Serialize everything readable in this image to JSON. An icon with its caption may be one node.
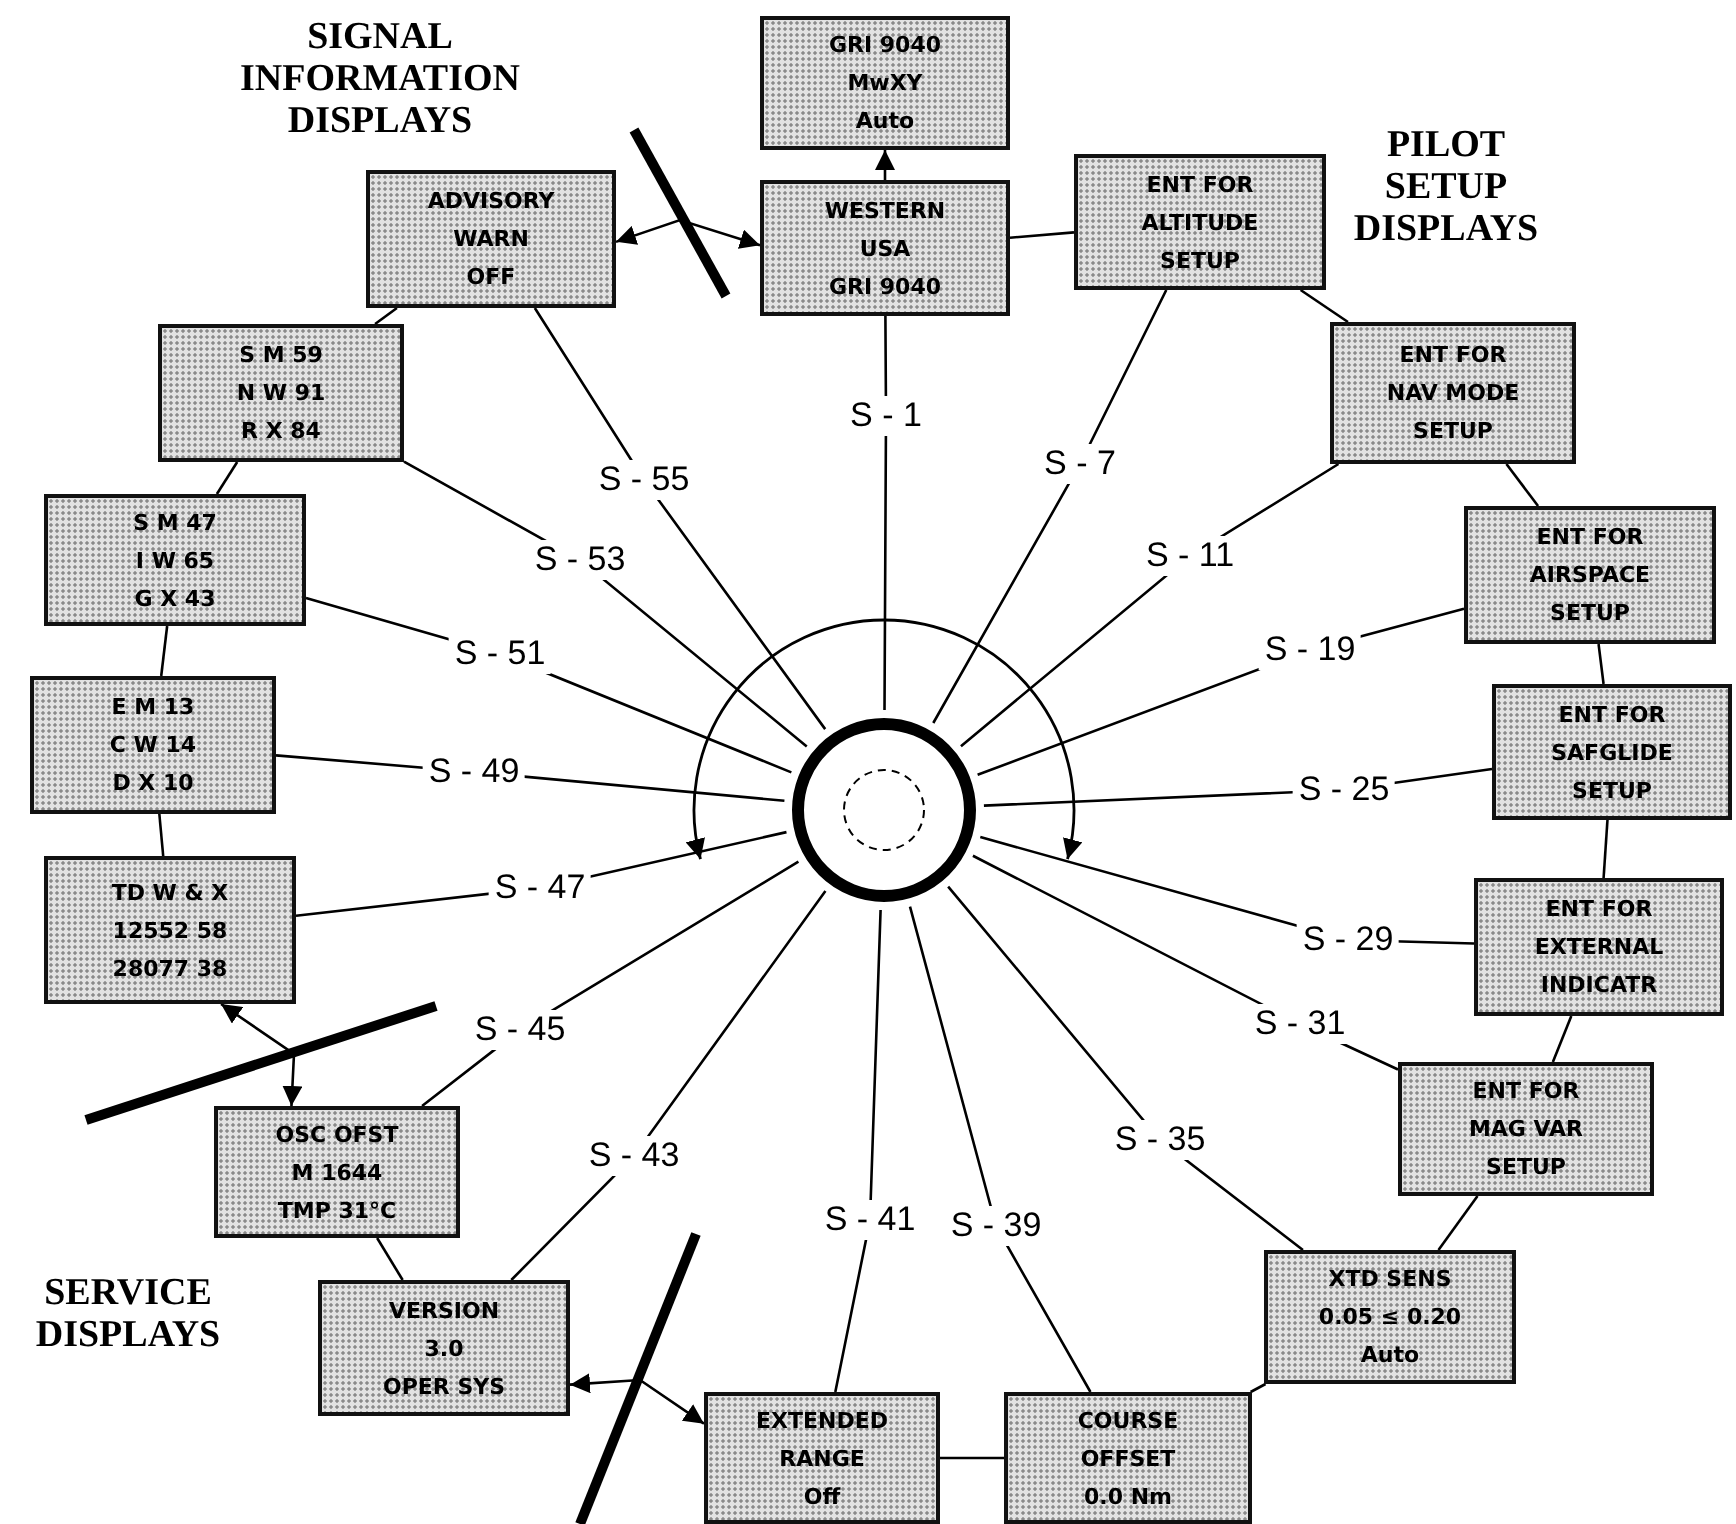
{
  "diagram": {
    "nodes": [
      {
        "text": [
          "GRI 9040",
          "MwXY",
          "Auto"
        ]
      },
      {
        "text": [
          "WESTERN",
          "USA",
          "GRI 9040"
        ]
      },
      {
        "text": [
          "ENT FOR",
          "ALTITUDE",
          "SETUP"
        ]
      },
      {
        "text": [
          "ENT FOR",
          "NAV MODE",
          "SETUP"
        ]
      },
      {
        "text": [
          "ENT FOR",
          "AIRSPACE",
          "SETUP"
        ]
      },
      {
        "text": [
          "ENT FOR",
          "SAFGLIDE",
          "SETUP"
        ]
      },
      {
        "text": [
          "ENT FOR",
          "EXTERNAL",
          "INDICATR"
        ]
      },
      {
        "text": [
          "ENT FOR",
          "MAG VAR",
          "SETUP"
        ]
      },
      {
        "text": [
          "XTD SENS",
          "0.05 ≤ 0.20",
          "Auto"
        ]
      },
      {
        "text": [
          "COURSE",
          "OFFSET",
          "0.0 Nm"
        ]
      },
      {
        "text": [
          "EXTENDED",
          "RANGE",
          "Off"
        ]
      },
      {
        "text": [
          "VERSION",
          "3.0",
          "OPER SYS"
        ]
      },
      {
        "text": [
          "OSC OFST",
          "M 1644",
          "TMP 31°C"
        ]
      },
      {
        "text": [
          "TD W & X",
          "12552 58",
          "28077 38"
        ]
      },
      {
        "text": [
          "E M 13",
          "C W 14",
          "D X 10"
        ]
      },
      {
        "text": [
          "S M 47",
          "I W 65",
          "G X 43"
        ]
      },
      {
        "text": [
          "S M 59",
          "N W 91",
          "R X 84"
        ]
      },
      {
        "text": [
          "ADVISORY",
          "WARN",
          "OFF"
        ]
      },
      {
        "text": [],
        "shape": "circle"
      }
    ],
    "edges": [
      {
        "from": 1,
        "to": 0,
        "arrow": "to"
      },
      {
        "from": 18,
        "to": 1,
        "arrow": "none",
        "label": "S - 1"
      },
      {
        "from": 18,
        "to": 2,
        "arrow": "none",
        "label": "S - 7"
      },
      {
        "from": 18,
        "to": 3,
        "arrow": "none",
        "label": "S - 11"
      },
      {
        "from": 18,
        "to": 4,
        "arrow": "none",
        "label": "S - 19"
      },
      {
        "from": 18,
        "to": 5,
        "arrow": "none",
        "label": "S - 25"
      },
      {
        "from": 18,
        "to": 6,
        "arrow": "none",
        "label": "S - 29"
      },
      {
        "from": 18,
        "to": 7,
        "arrow": "none",
        "label": "S - 31"
      },
      {
        "from": 18,
        "to": 8,
        "arrow": "none",
        "label": "S - 35"
      },
      {
        "from": 18,
        "to": 9,
        "arrow": "none",
        "label": "S - 39"
      },
      {
        "from": 18,
        "to": 10,
        "arrow": "none",
        "label": "S - 41"
      },
      {
        "from": 18,
        "to": 11,
        "arrow": "none",
        "label": "S - 43"
      },
      {
        "from": 18,
        "to": 12,
        "arrow": "none",
        "label": "S - 45"
      },
      {
        "from": 18,
        "to": 13,
        "arrow": "none",
        "label": "S - 47"
      },
      {
        "from": 18,
        "to": 14,
        "arrow": "none",
        "label": "S - 49"
      },
      {
        "from": 18,
        "to": 15,
        "arrow": "none",
        "label": "S - 51"
      },
      {
        "from": 18,
        "to": 16,
        "arrow": "none",
        "label": "S - 53"
      },
      {
        "from": 18,
        "to": 17,
        "arrow": "none",
        "label": "S - 55"
      },
      {
        "from": 1,
        "to": 2,
        "arrow": "none"
      },
      {
        "from": 2,
        "to": 3,
        "arrow": "none"
      },
      {
        "from": 3,
        "to": 4,
        "arrow": "none"
      },
      {
        "from": 4,
        "to": 5,
        "arrow": "none"
      },
      {
        "from": 5,
        "to": 6,
        "arrow": "none"
      },
      {
        "from": 6,
        "to": 7,
        "arrow": "none"
      },
      {
        "from": 7,
        "to": 8,
        "arrow": "none"
      },
      {
        "from": 8,
        "to": 9,
        "arrow": "none"
      },
      {
        "from": 9,
        "to": 10,
        "arrow": "none"
      },
      {
        "from": 10,
        "to": 11,
        "arrow": "both"
      },
      {
        "from": 11,
        "to": 12,
        "arrow": "none"
      },
      {
        "from": 12,
        "to": 13,
        "arrow": "both"
      },
      {
        "from": 13,
        "to": 14,
        "arrow": "none"
      },
      {
        "from": 14,
        "to": 15,
        "arrow": "none"
      },
      {
        "from": 15,
        "to": 16,
        "arrow": "none"
      },
      {
        "from": 16,
        "to": 17,
        "arrow": "none"
      },
      {
        "from": 17,
        "to": 1,
        "arrow": "both"
      }
    ],
    "labels": [
      "SIGNAL INFORMATION DISPLAYS",
      "PILOT SETUP DISPLAYS",
      "SERVICE DISPLAYS"
    ]
  }
}
